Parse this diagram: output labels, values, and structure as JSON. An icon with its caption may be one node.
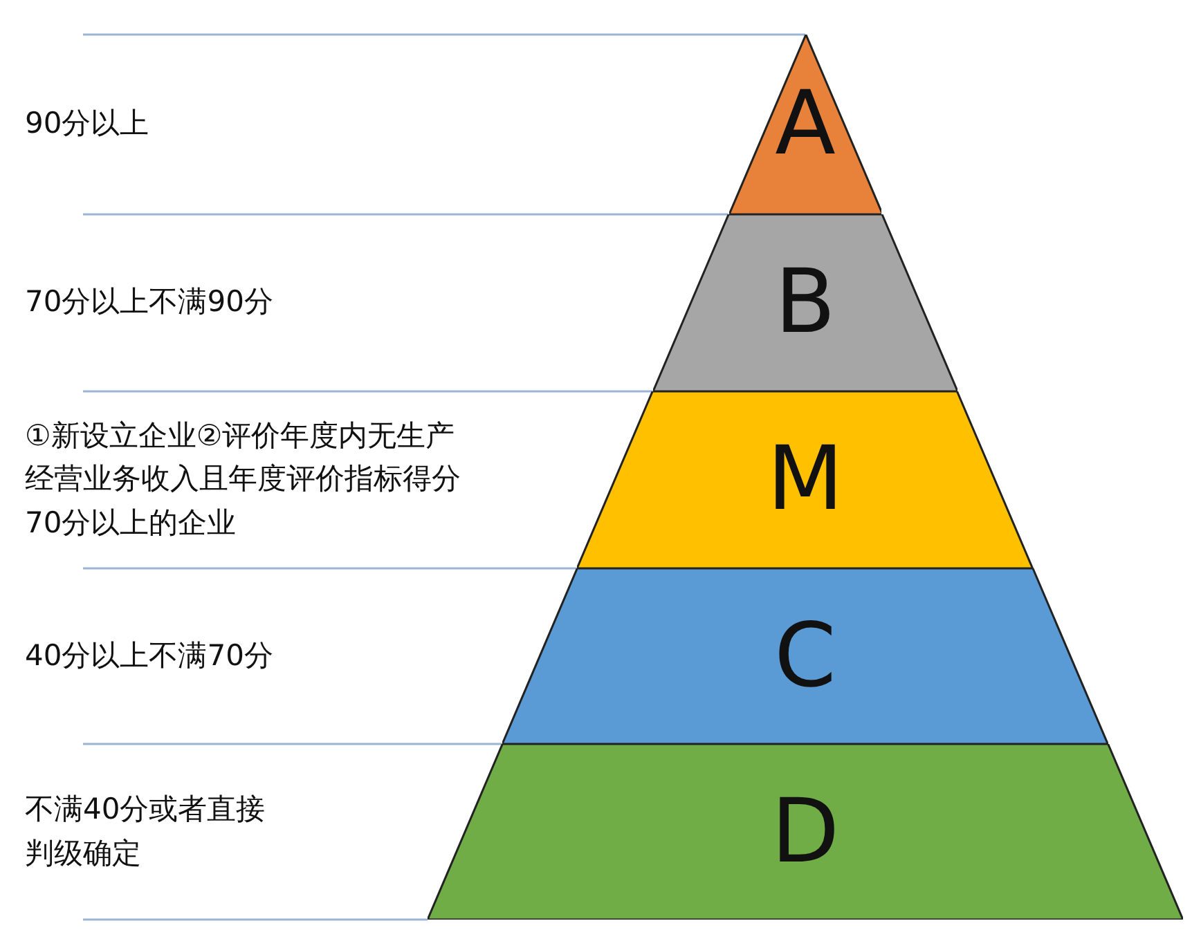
{
  "diagram": {
    "nodes": [
      {
        "text": [
          "A"
        ]
      },
      {
        "text": [
          "B"
        ]
      },
      {
        "text": [
          "M"
        ]
      },
      {
        "text": [
          "C"
        ]
      },
      {
        "text": [
          "D"
        ]
      }
    ],
    "labels": [
      "90分以上",
      "70分以上不满90分",
      "①新设立企业②评价年度内无生产经营业务收入且年度评价指标得分70分以上的企业",
      "40分以上不满70分",
      "不满40分或者直接判级确定"
    ]
  }
}
